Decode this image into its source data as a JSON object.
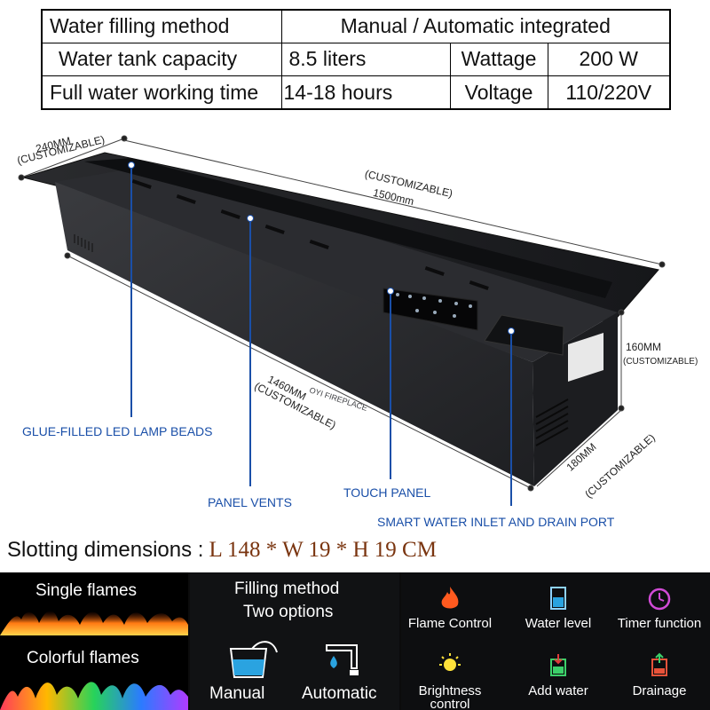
{
  "spec_table": {
    "rows": [
      [
        "Water filling method",
        "Manual / Automatic integrated"
      ],
      [
        "Water tank capacity",
        "8.5  liters",
        "Wattage",
        "200 W"
      ],
      [
        "Full water working time",
        "14-18 hours",
        "Voltage",
        "110/220V"
      ]
    ]
  },
  "dimensions": {
    "depth_top": "240MM",
    "depth_top_note": "(CUSTOMIZABLE)",
    "length_top_note": "(CUSTOMIZABLE)",
    "length_top": "1500mm",
    "length_bottom": "1460MM",
    "length_bottom_note": "(CUSTOMIZABLE)",
    "height": "160MM",
    "height_note": "(CUSTOMIZABLE)",
    "depth_bottom": "180MM",
    "depth_bottom_note": "(CUSTOMIZABLE)"
  },
  "callouts": {
    "led": "GLUE-FILLED LED LAMP BEADS",
    "vents": "PANEL VENTS",
    "touch": "TOUCH PANEL",
    "water_port": "SMART WATER INLET AND DRAIN PORT"
  },
  "watermark": "OYI FIREPLACE",
  "slotting": {
    "label": "Slotting dimensions :",
    "value": "L 148 * W 19 * H 19  CM"
  },
  "flames": {
    "single": "Single flames",
    "colorful": "Colorful flames"
  },
  "filling": {
    "title_1": "Filling method",
    "title_2": "Two options",
    "manual": "Manual",
    "automatic": "Automatic"
  },
  "controls": {
    "flame": "Flame Control",
    "water_level": "Water level",
    "timer": "Timer function",
    "brightness_1": "Brightness",
    "brightness_2": "control",
    "add_water": "Add water",
    "drainage": "Drainage"
  },
  "colors": {
    "callout_blue": "#1a4fa8",
    "slot_value": "#7a3510"
  }
}
